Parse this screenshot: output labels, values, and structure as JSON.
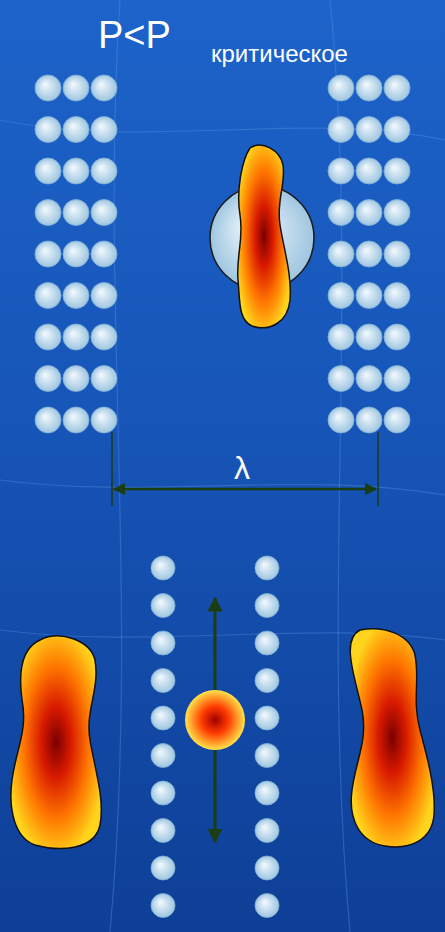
{
  "diagram": {
    "title": "P<P",
    "labels": [
      "критическое",
      "λ"
    ]
  }
}
